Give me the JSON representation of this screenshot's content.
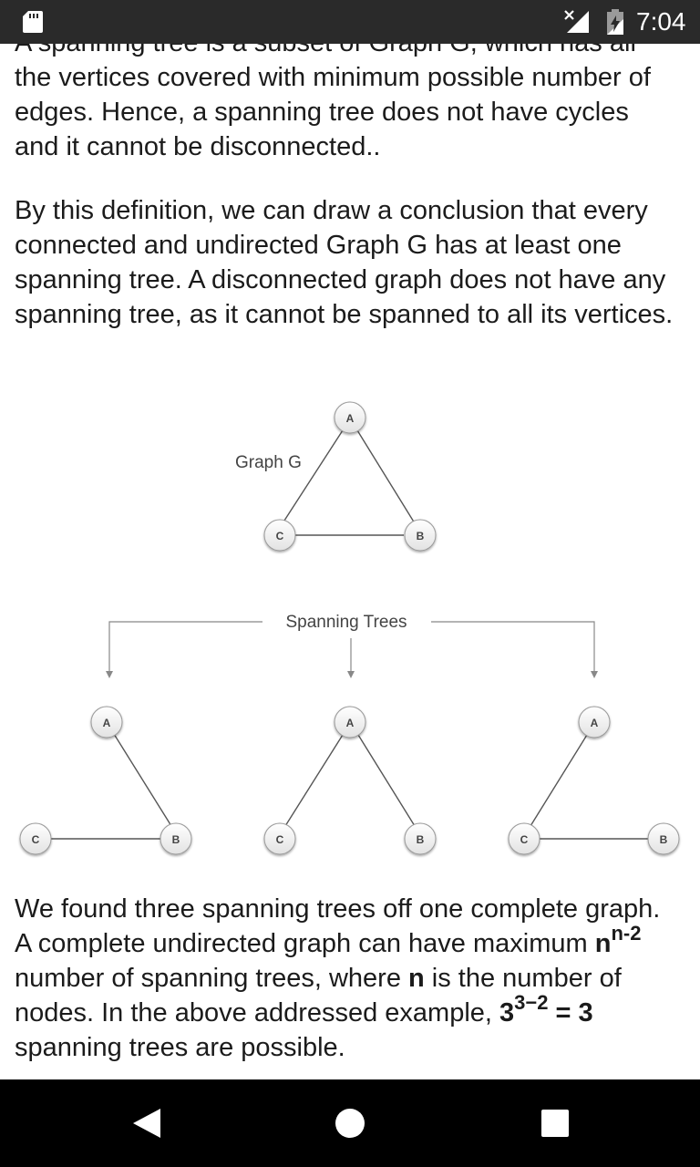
{
  "status_bar": {
    "time": "7:04",
    "icons": [
      "sd-card-icon",
      "signal-no-data-icon",
      "battery-charging-icon"
    ]
  },
  "article": {
    "p1": "A spanning tree is a subset of Graph G, which has all the vertices covered with minimum possible number of edges. Hence, a spanning tree does not have cycles and it cannot be disconnected..",
    "p2": "By this definition, we can draw a conclusion that every connected and undirected Graph G has at least one spanning tree. A disconnected graph does not have any spanning tree, as it cannot be spanned to all its vertices.",
    "p3": {
      "t1": "We found three spanning trees off one complete graph. A complete undirected graph can have maximum ",
      "f1_base": "n",
      "f1_exp": "n-2",
      "t2": " number of spanning trees, where ",
      "f2": "n",
      "t3": " is the number of nodes. In the above addressed example, ",
      "f3_base": "3",
      "f3_exp": "3−2",
      "f3_rest": " = 3",
      "t4": " spanning trees are possible."
    }
  },
  "diagram": {
    "graph_label": "Graph G",
    "trees_label": "Spanning Trees",
    "node_a": "A",
    "node_b": "B",
    "node_c": "C"
  },
  "nav_bar": {
    "icons": [
      "back-icon",
      "home-icon",
      "recents-icon"
    ]
  }
}
